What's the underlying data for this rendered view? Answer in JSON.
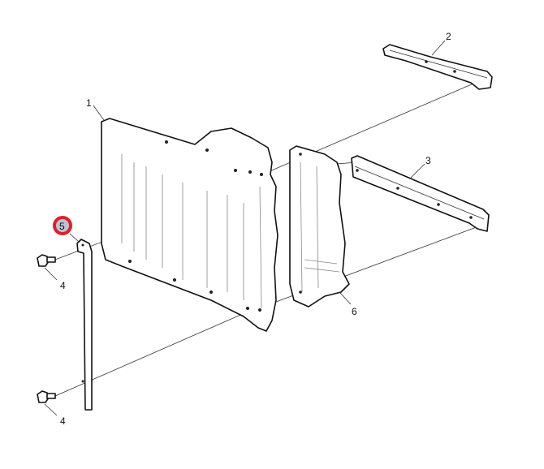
{
  "diagram": {
    "callouts": [
      {
        "id": "1",
        "label": "1"
      },
      {
        "id": "2",
        "label": "2"
      },
      {
        "id": "3",
        "label": "3"
      },
      {
        "id": "4a",
        "label": "4"
      },
      {
        "id": "4b",
        "label": "4"
      },
      {
        "id": "5",
        "label": "5",
        "highlighted": true
      },
      {
        "id": "6",
        "label": "6"
      }
    ],
    "colors": {
      "highlight_ring": "#e0202a",
      "highlight_fill": "#b9c4d6"
    }
  }
}
